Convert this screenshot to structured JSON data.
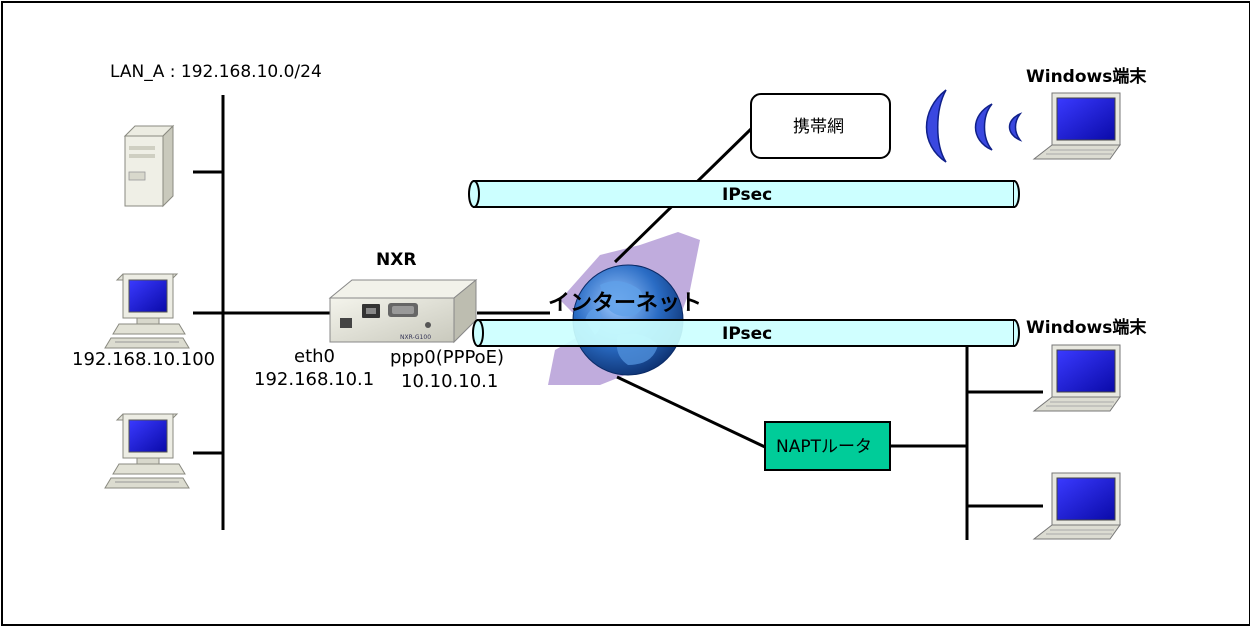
{
  "lan": {
    "label": "LAN_A : 192.168.10.0/24",
    "pc_address": "192.168.10.100"
  },
  "nxr": {
    "name": "NXR",
    "eth_if": "eth0",
    "eth_addr": "192.168.10.1",
    "wan_if": "ppp0(PPPoE)",
    "wan_addr": "10.10.10.1",
    "panel_text": "NXR-G100"
  },
  "internet": {
    "label": "インターネット"
  },
  "tunnels": [
    {
      "label": "IPsec"
    },
    {
      "label": "IPsec"
    }
  ],
  "mobile": {
    "label": "携帯網"
  },
  "napt": {
    "label": "NAPTルータ"
  },
  "clients": {
    "top_label": "Windows端末",
    "bottom_label": "Windows端末"
  },
  "colors": {
    "tube": "#ccffff",
    "napt": "#00cc99",
    "screen": "#2020dd",
    "globe": "#2a6cc4",
    "swoosh": "#b9a3d9",
    "wave": "#3a48e0"
  }
}
